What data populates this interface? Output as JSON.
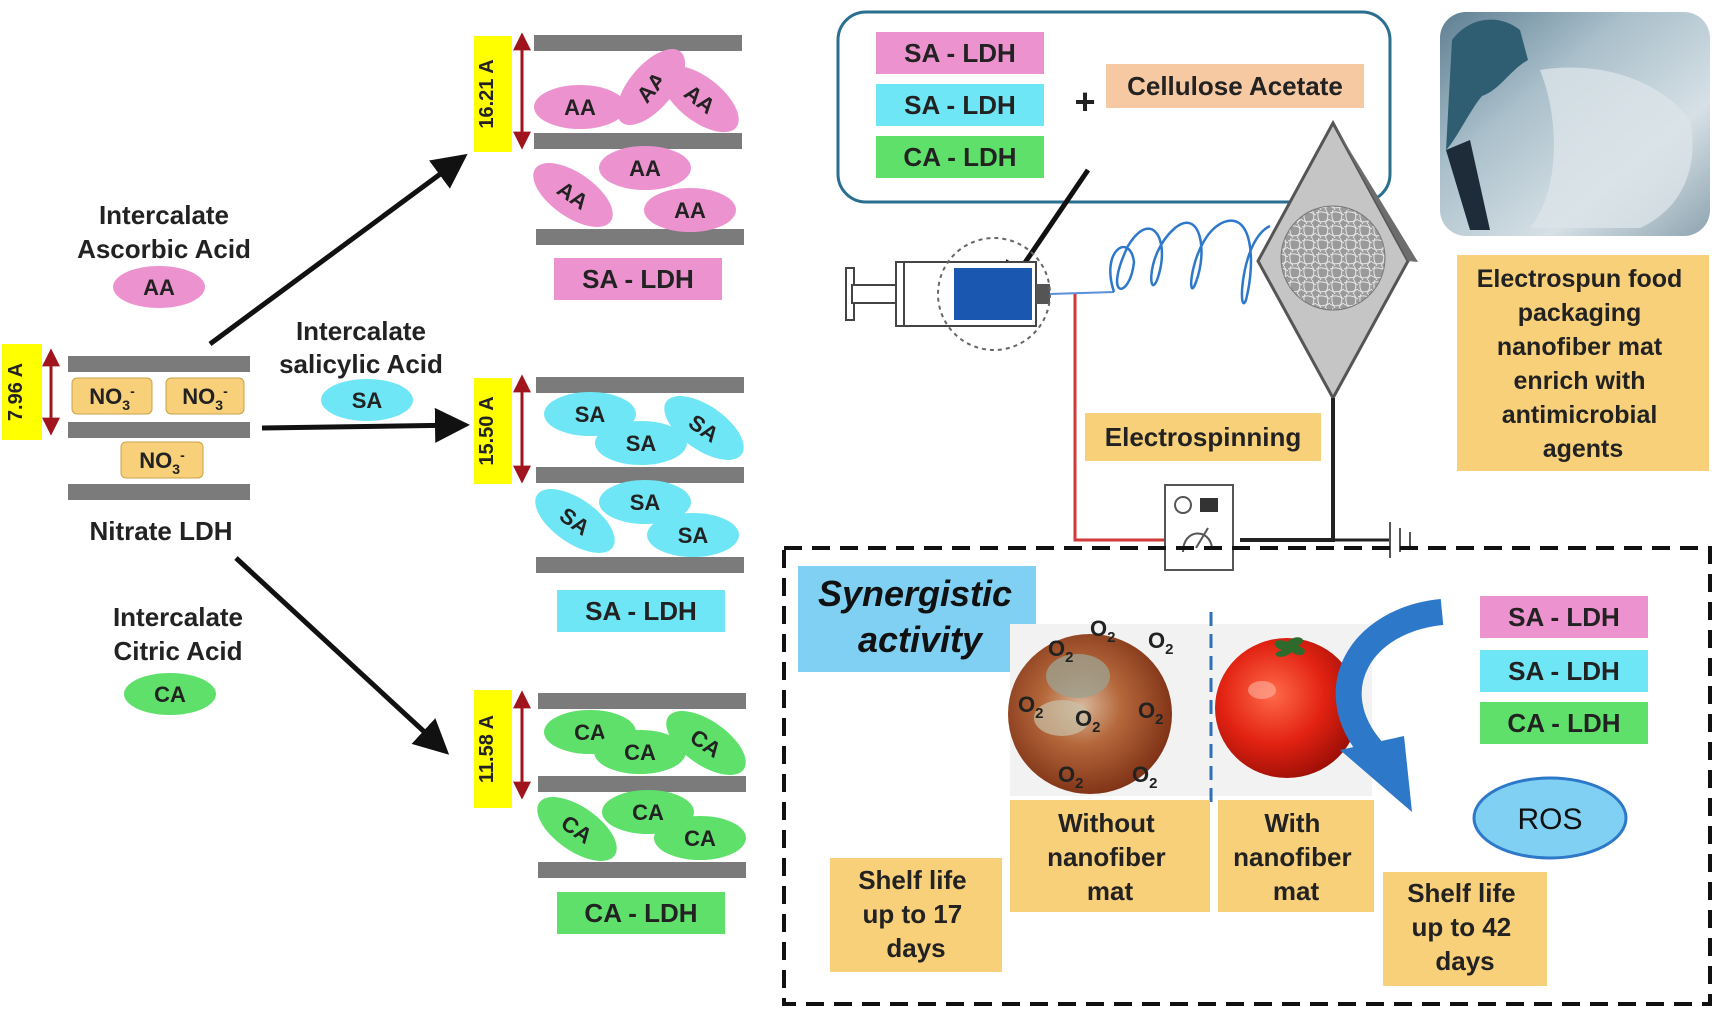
{
  "colors": {
    "pink": "#ec92cf",
    "cyan": "#6fe6f5",
    "green": "#5ee06a",
    "yellow": "#ffff00",
    "orange_box": "#f8d07a",
    "peach": "#f7c9a3",
    "gray_layer": "#7b7b7b",
    "dark_red_arrow": "#a0141e",
    "blue_box": "#7fd0f2",
    "ros_blue": "#2e78c9"
  },
  "left": {
    "nitrate_label": "Nitrate LDH",
    "spacing": "7.96 A",
    "nitrate_ions": [
      "NO3-",
      "NO3-",
      "NO3-"
    ],
    "branches": [
      {
        "line1": "Intercalate",
        "line2": "Ascorbic Acid",
        "badge": "AA"
      },
      {
        "line1": "Intercalate",
        "line2": "salicylic Acid",
        "badge": "SA"
      },
      {
        "line1": "Intercalate",
        "line2": "Citric Acid",
        "badge": "CA"
      }
    ]
  },
  "stacks": [
    {
      "spacing": "16.21 A",
      "label": "SA - LDH",
      "molecule": "AA"
    },
    {
      "spacing": "15.50 A",
      "label": "SA - LDH",
      "molecule": "SA"
    },
    {
      "spacing": "11.58 A",
      "label": "CA - LDH",
      "molecule": "CA"
    }
  ],
  "top_box": {
    "items": [
      "SA - LDH",
      "SA - LDH",
      "CA - LDH"
    ],
    "plus": "+",
    "cellulose": "Cellulose Acetate"
  },
  "electrospinning_label": "Electrospinning",
  "product_caption": [
    "Electrospun food",
    "packaging",
    "nanofiber mat",
    "enrich with",
    "antimicrobial",
    "agents"
  ],
  "bottom": {
    "synergy": [
      "Synergistic",
      "activity"
    ],
    "without": [
      "Without",
      "nanofiber",
      "mat"
    ],
    "with": [
      "With",
      "nanofiber",
      "mat"
    ],
    "shelf_17": [
      "Shelf life",
      "up to 17",
      "days"
    ],
    "shelf_42": [
      "Shelf life",
      "up to 42",
      "days"
    ],
    "ldh_list": [
      "SA - LDH",
      "SA - LDH",
      "CA - LDH"
    ],
    "ros": "ROS",
    "oxygen": "O2"
  }
}
